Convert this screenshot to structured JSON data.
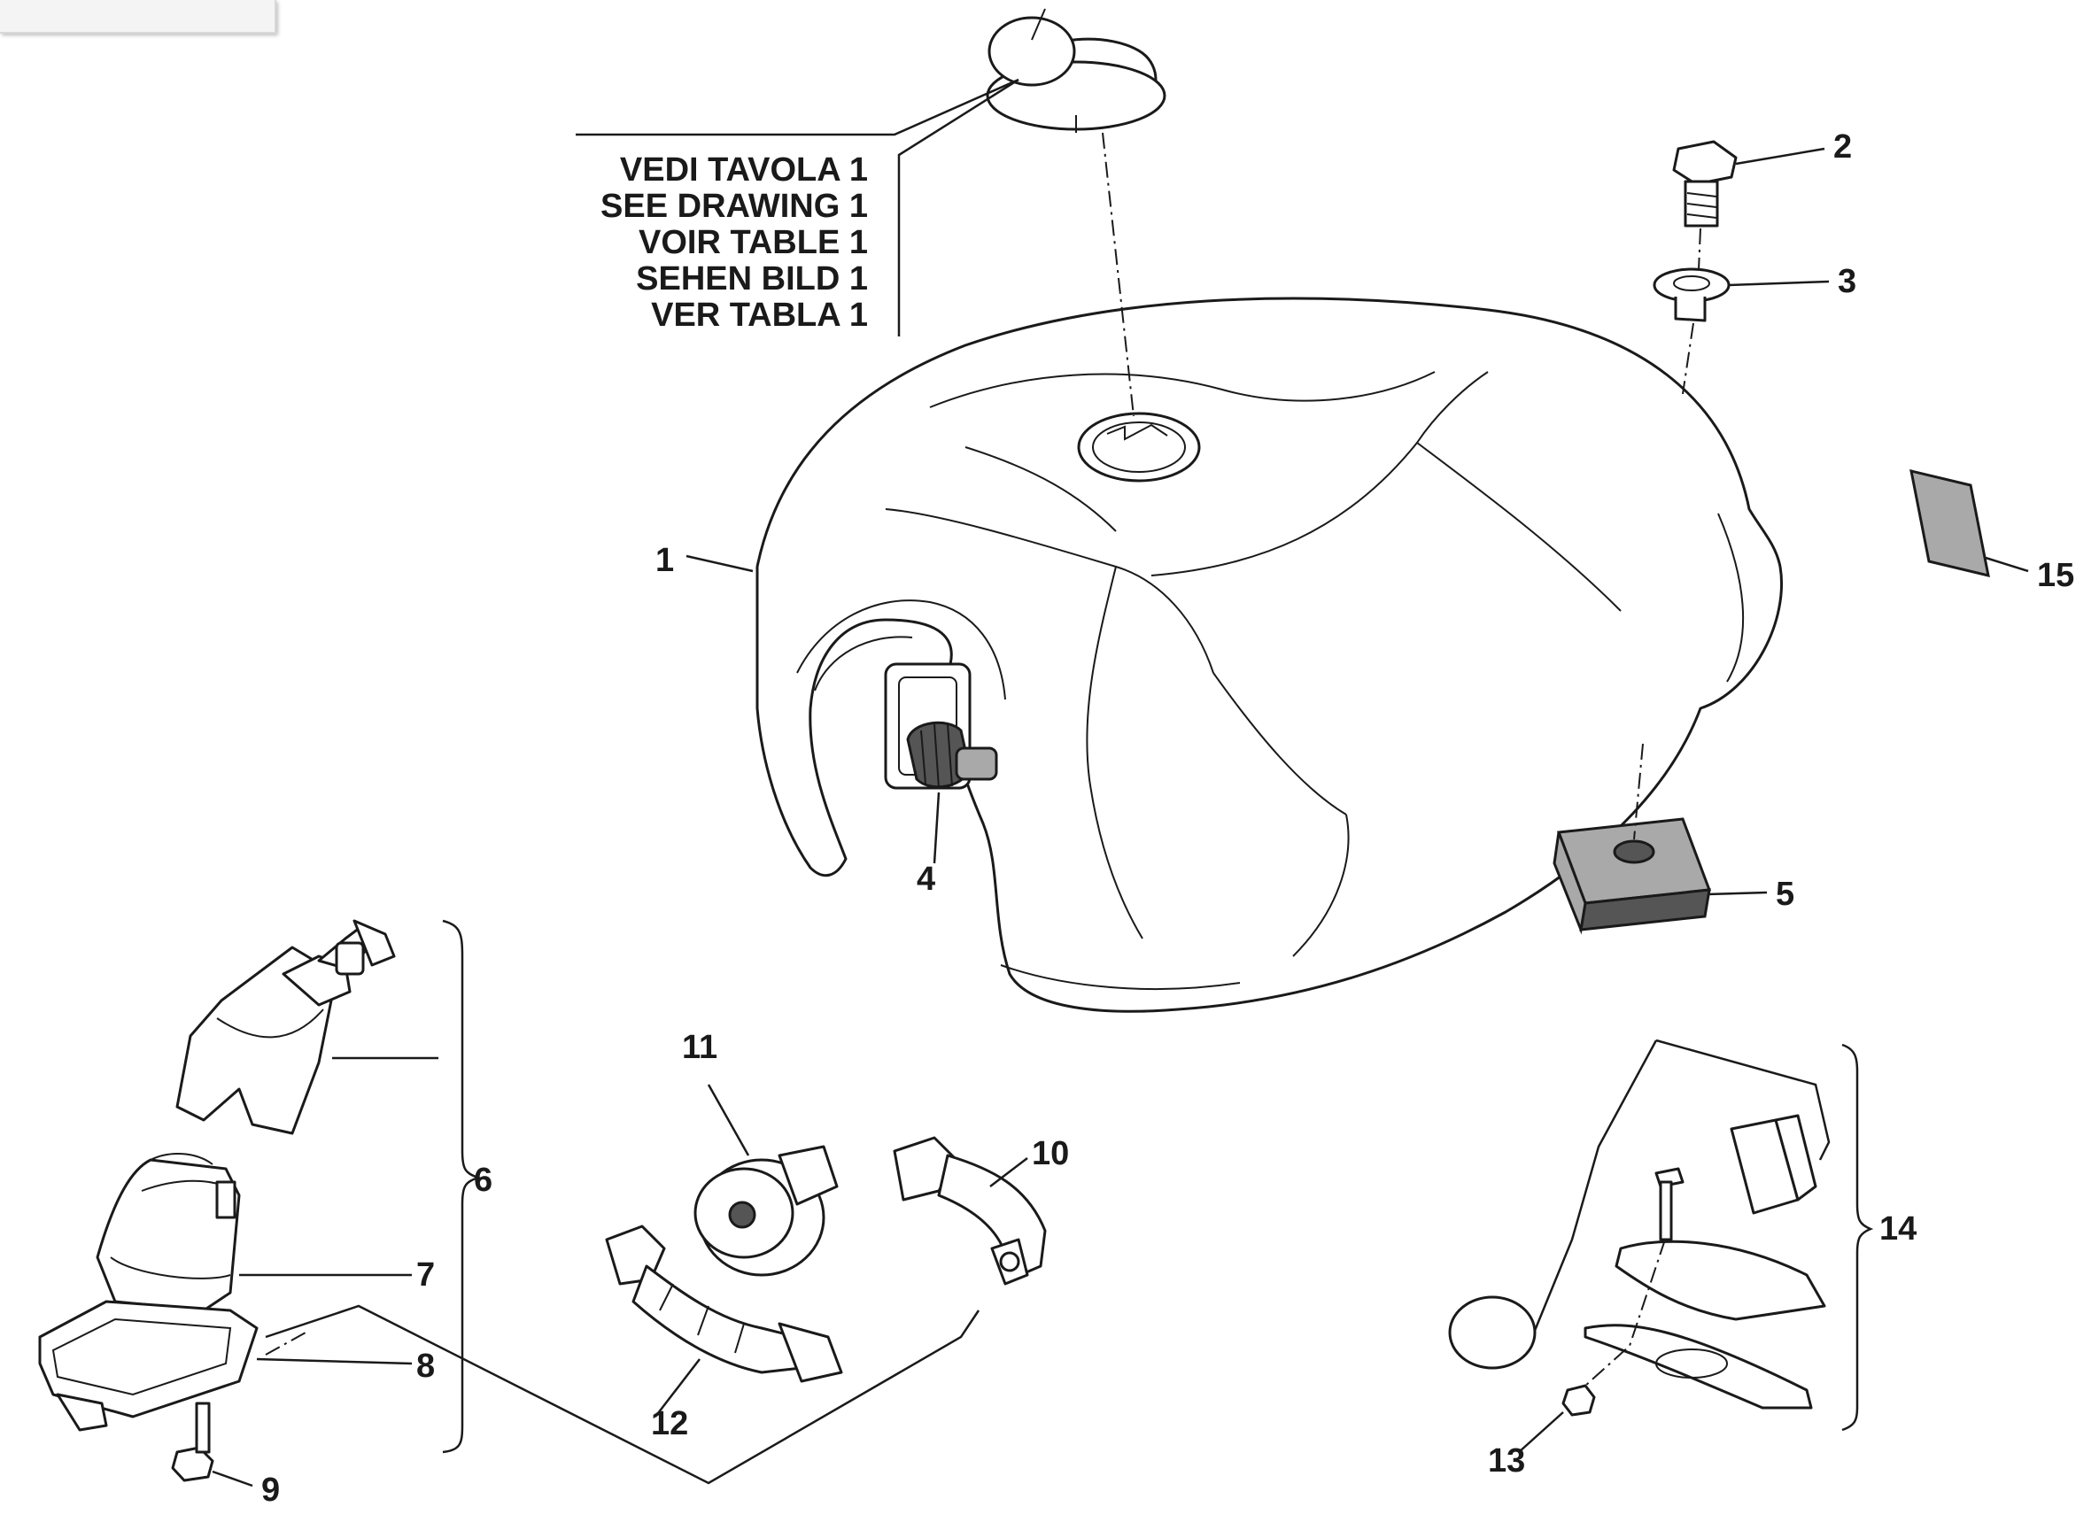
{
  "reference_note": {
    "lines": [
      "VEDI TAVOLA 1",
      "SEE DRAWING 1",
      "VOIR TABLE 1",
      "SEHEN BILD 1",
      "VER TABLA 1"
    ]
  },
  "callouts": [
    "1",
    "2",
    "3",
    "4",
    "5",
    "6",
    "7",
    "8",
    "9",
    "10",
    "11",
    "12",
    "13",
    "14",
    "15"
  ]
}
